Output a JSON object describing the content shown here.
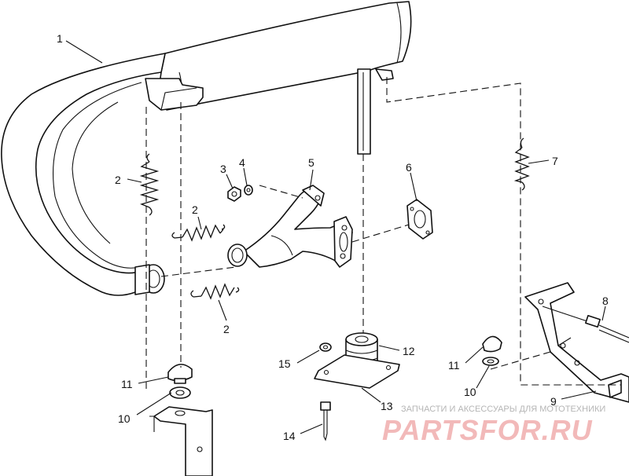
{
  "callouts": [
    {
      "id": "1",
      "text": "1"
    },
    {
      "id": "2a",
      "text": "2"
    },
    {
      "id": "2b",
      "text": "2"
    },
    {
      "id": "2c",
      "text": "2"
    },
    {
      "id": "3",
      "text": "3"
    },
    {
      "id": "4",
      "text": "4"
    },
    {
      "id": "5",
      "text": "5"
    },
    {
      "id": "6",
      "text": "6"
    },
    {
      "id": "7",
      "text": "7"
    },
    {
      "id": "8",
      "text": "8"
    },
    {
      "id": "9",
      "text": "9"
    },
    {
      "id": "10a",
      "text": "10"
    },
    {
      "id": "10b",
      "text": "10"
    },
    {
      "id": "11a",
      "text": "11"
    },
    {
      "id": "11b",
      "text": "11"
    },
    {
      "id": "12",
      "text": "12"
    },
    {
      "id": "13",
      "text": "13"
    },
    {
      "id": "14",
      "text": "14"
    },
    {
      "id": "15",
      "text": "15"
    }
  ],
  "watermark": {
    "subtitle": "ЗАПЧАСТИ И АКСЕССУАРЫ ДЛЯ МОТОТЕХНИКИ",
    "logo": "PARTSFOR.RU",
    "colors": {
      "subtitle": "#b5b5b5",
      "logo": "#f2b9b9"
    }
  }
}
